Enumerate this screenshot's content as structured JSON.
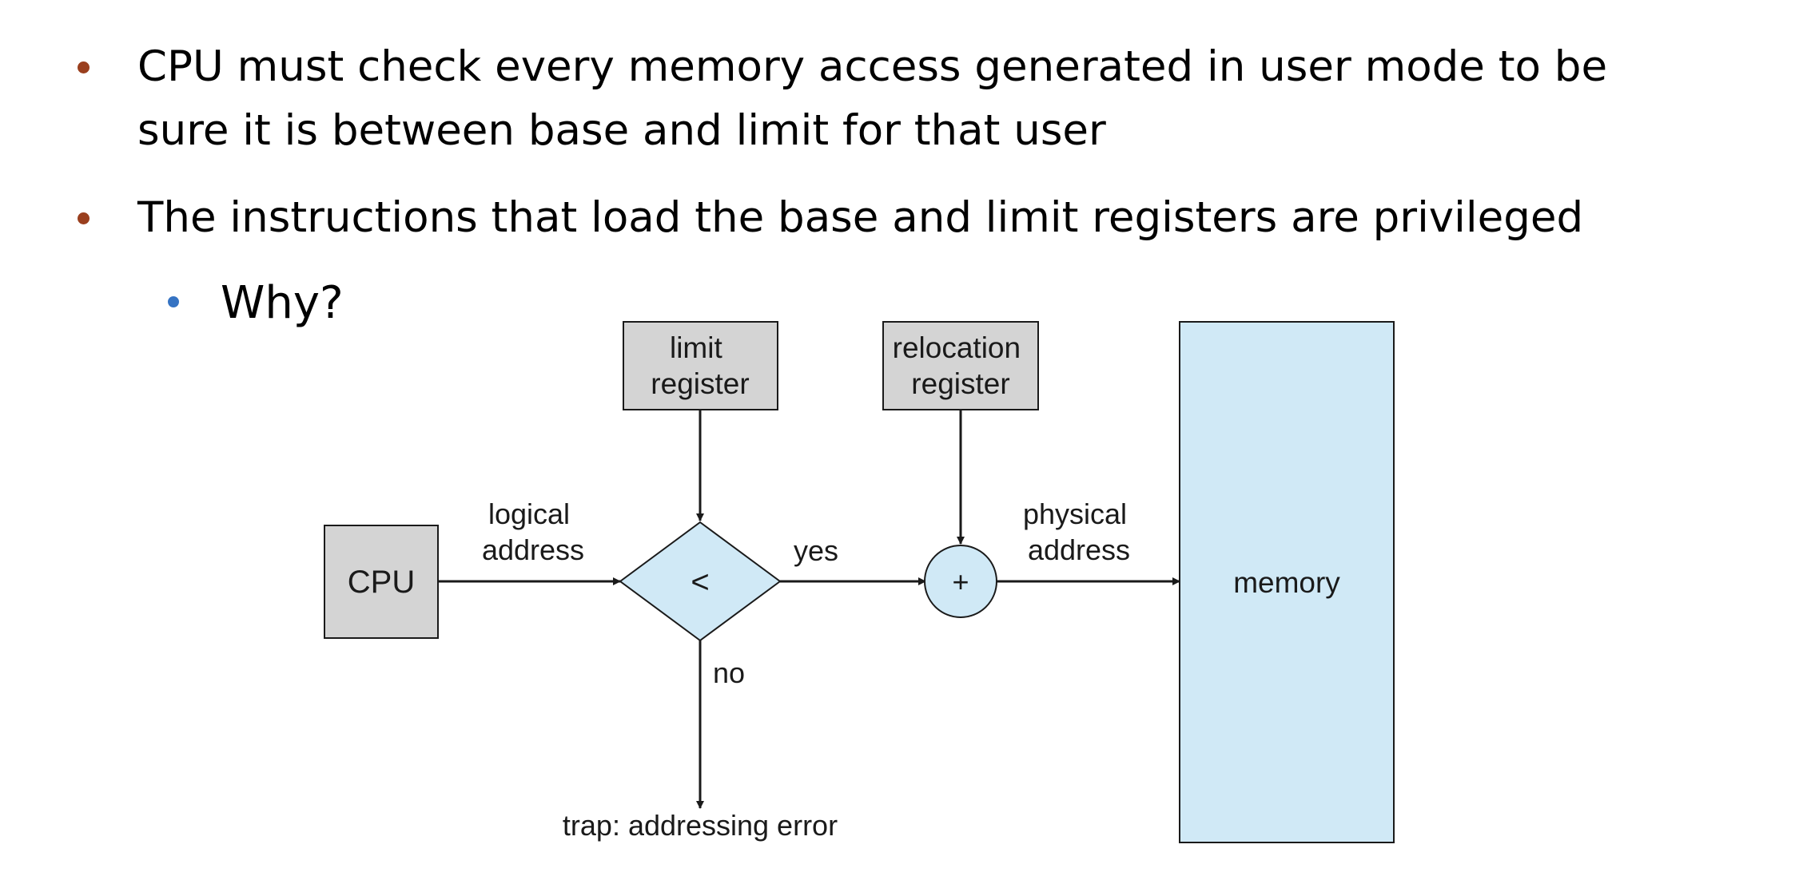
{
  "bullets": [
    {
      "line1": "CPU must check every memory access generated in user mode to be",
      "line2": "sure it is between base and limit for that user"
    },
    {
      "text": "The instructions that load the base and limit registers are privileged"
    }
  ],
  "sub_bullet": {
    "text": "Why?"
  },
  "diagram": {
    "cpu": "CPU",
    "limit_register": [
      "limit",
      "register"
    ],
    "relocation_register": [
      "relocation",
      "register"
    ],
    "comparator": "<",
    "adder": "+",
    "memory": "memory",
    "logical_address": [
      "logical",
      "address"
    ],
    "physical_address": [
      "physical",
      "address"
    ],
    "yes": "yes",
    "no": "no",
    "trap": "trap: addressing error",
    "colors": {
      "register_fill": "#d4d4d4",
      "flow_fill": "#d0e9f6",
      "stroke": "#1a1a1a",
      "bullet_primary": "#9a3f1e",
      "bullet_secondary": "#3573c3"
    }
  }
}
